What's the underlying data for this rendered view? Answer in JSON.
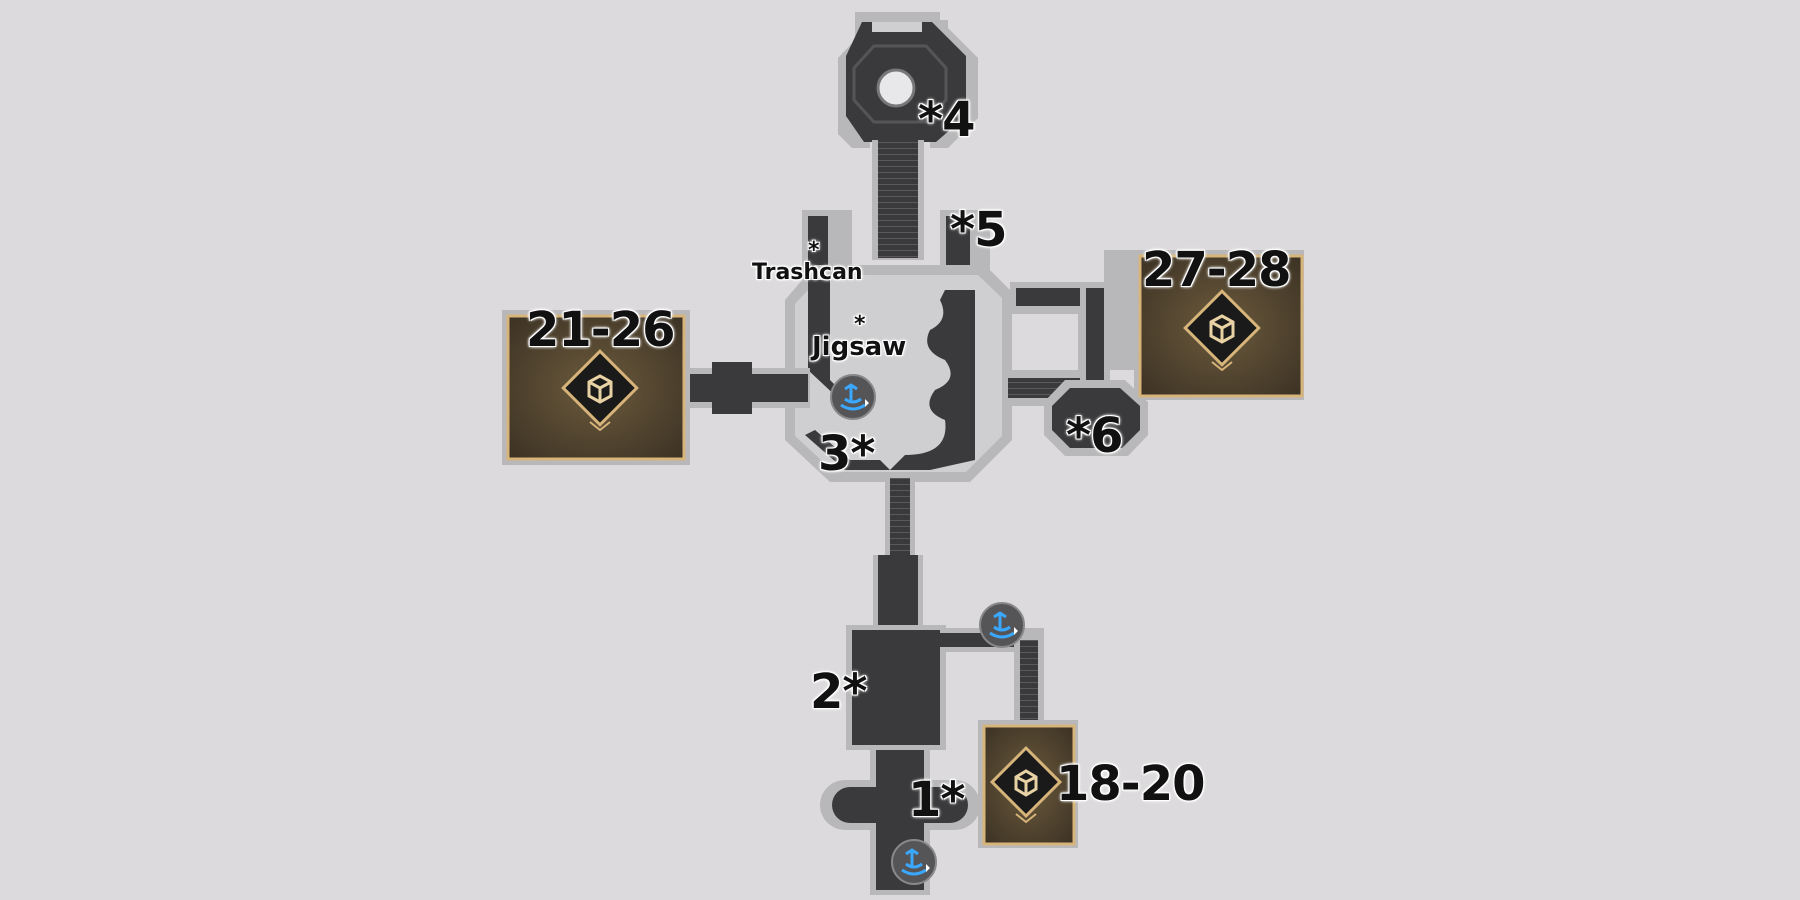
{
  "map": {
    "labels": {
      "l4": "*4",
      "l5": "*5",
      "l6": "*6",
      "l3": "3*",
      "l2": "2*",
      "l1": "1*",
      "trash_star": "*",
      "trashcan": "Trashcan",
      "jig_star": "*",
      "jigsaw": "Jigsaw",
      "r27": "27-28",
      "r21": "21-26",
      "r18": "18-20"
    },
    "icons": {
      "chest": "chest-icon",
      "teleport": "space-anchor-icon"
    },
    "colors": {
      "background": "#dcdadc",
      "floor_dark": "#3a3a3c",
      "floor_light": "#cfcfd1",
      "wall": "#b8b8ba",
      "room_gold": "#5a4a30",
      "room_border": "#d6b47a",
      "teleport_blue": "#3aa8ff"
    }
  }
}
